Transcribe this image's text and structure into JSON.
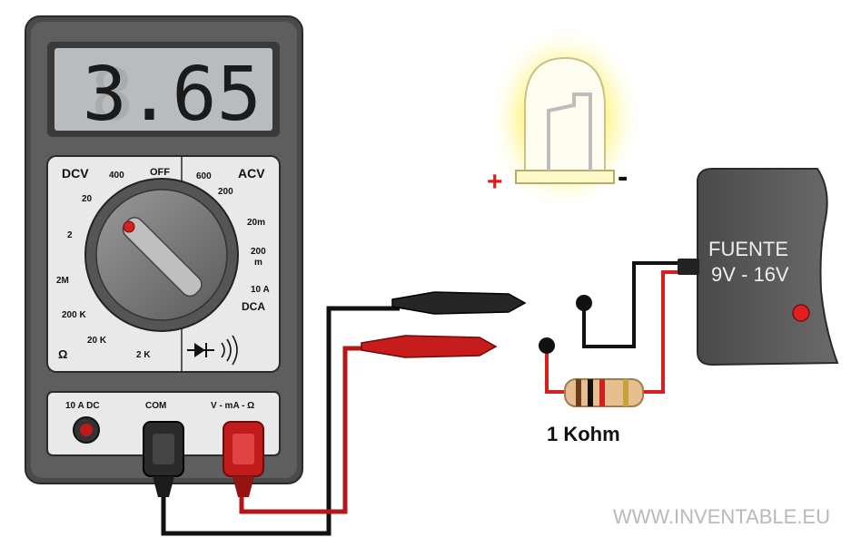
{
  "multimeter": {
    "display": "3.65",
    "dial": {
      "dcv": "DCV",
      "acv": "ACV",
      "off": "OFF",
      "dcv_400": "400",
      "dcv_20": "20",
      "dcv_2": "2",
      "acv_600": "600",
      "acv_200": "200",
      "dca_20m": "20m",
      "dca_200m_a": "200",
      "dca_200m_b": "m",
      "dca_10a": "10 A",
      "dca": "DCA",
      "ohm_2m": "2M",
      "ohm_200k": "200 K",
      "ohm_20k": "20 K",
      "ohm_2k": "2 K",
      "ohm_symbol": "Ω"
    },
    "jacks": {
      "adc": "10 A DC",
      "com": "COM",
      "vma": "V - mA - Ω"
    }
  },
  "led": {
    "plus": "+",
    "minus": "-"
  },
  "resistor": {
    "label": "1 Kohm"
  },
  "supply": {
    "line1": "FUENTE",
    "line2": "9V - 16V"
  },
  "watermark": "WWW.INVENTABLE.EU",
  "colors": {
    "body": "#5b5b5b",
    "lcd": "#b9bcbe",
    "red_wire": "#d81f1f",
    "black_wire": "#111111",
    "led_glow": "#fff37a"
  }
}
